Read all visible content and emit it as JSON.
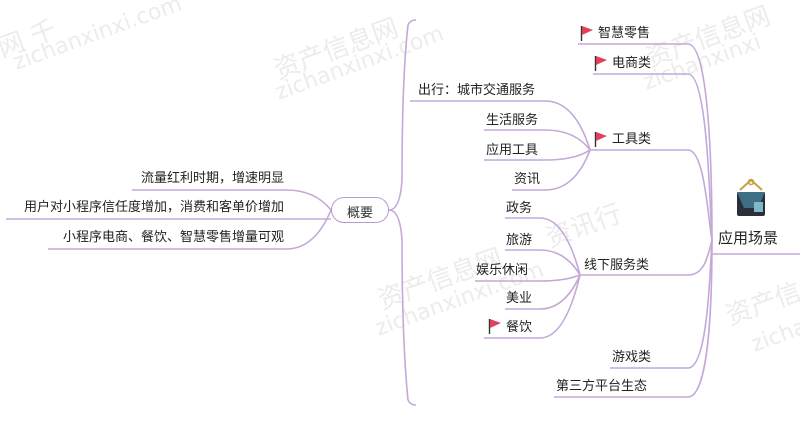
{
  "watermark": {
    "cn": "资产信息网",
    "cn_prefix": "网 千",
    "cn_suffix": "千",
    "en": "zichanxinxi.com",
    "en_short": "zichanxinxi",
    "mid": "资讯行"
  },
  "center": {
    "label": "应用场景",
    "icon": "binder-clip-icon"
  },
  "overview": {
    "label": "概要",
    "points": [
      "流量红利时期，增速明显",
      "用户对小程序信任度增加，消费和客单价增加",
      "小程序电商、餐饮、智慧零售增量可观"
    ]
  },
  "branches": {
    "smart_retail": "智慧零售",
    "ecommerce": "电商类",
    "tools": {
      "label": "工具类",
      "items": [
        "出行：城市交通服务",
        "生活服务",
        "应用工具",
        "资讯"
      ]
    },
    "offline": {
      "label": "线下服务类",
      "items": [
        "政务",
        "旅游",
        "娱乐休闲",
        "美业",
        "餐饮"
      ]
    },
    "games": "游戏类",
    "third_party": "第三方平台生态"
  },
  "icons": {
    "flag": "red-flag-icon"
  },
  "colors": {
    "line": "#c4a8d8",
    "flag": "#e0405a",
    "text": "#222222"
  }
}
